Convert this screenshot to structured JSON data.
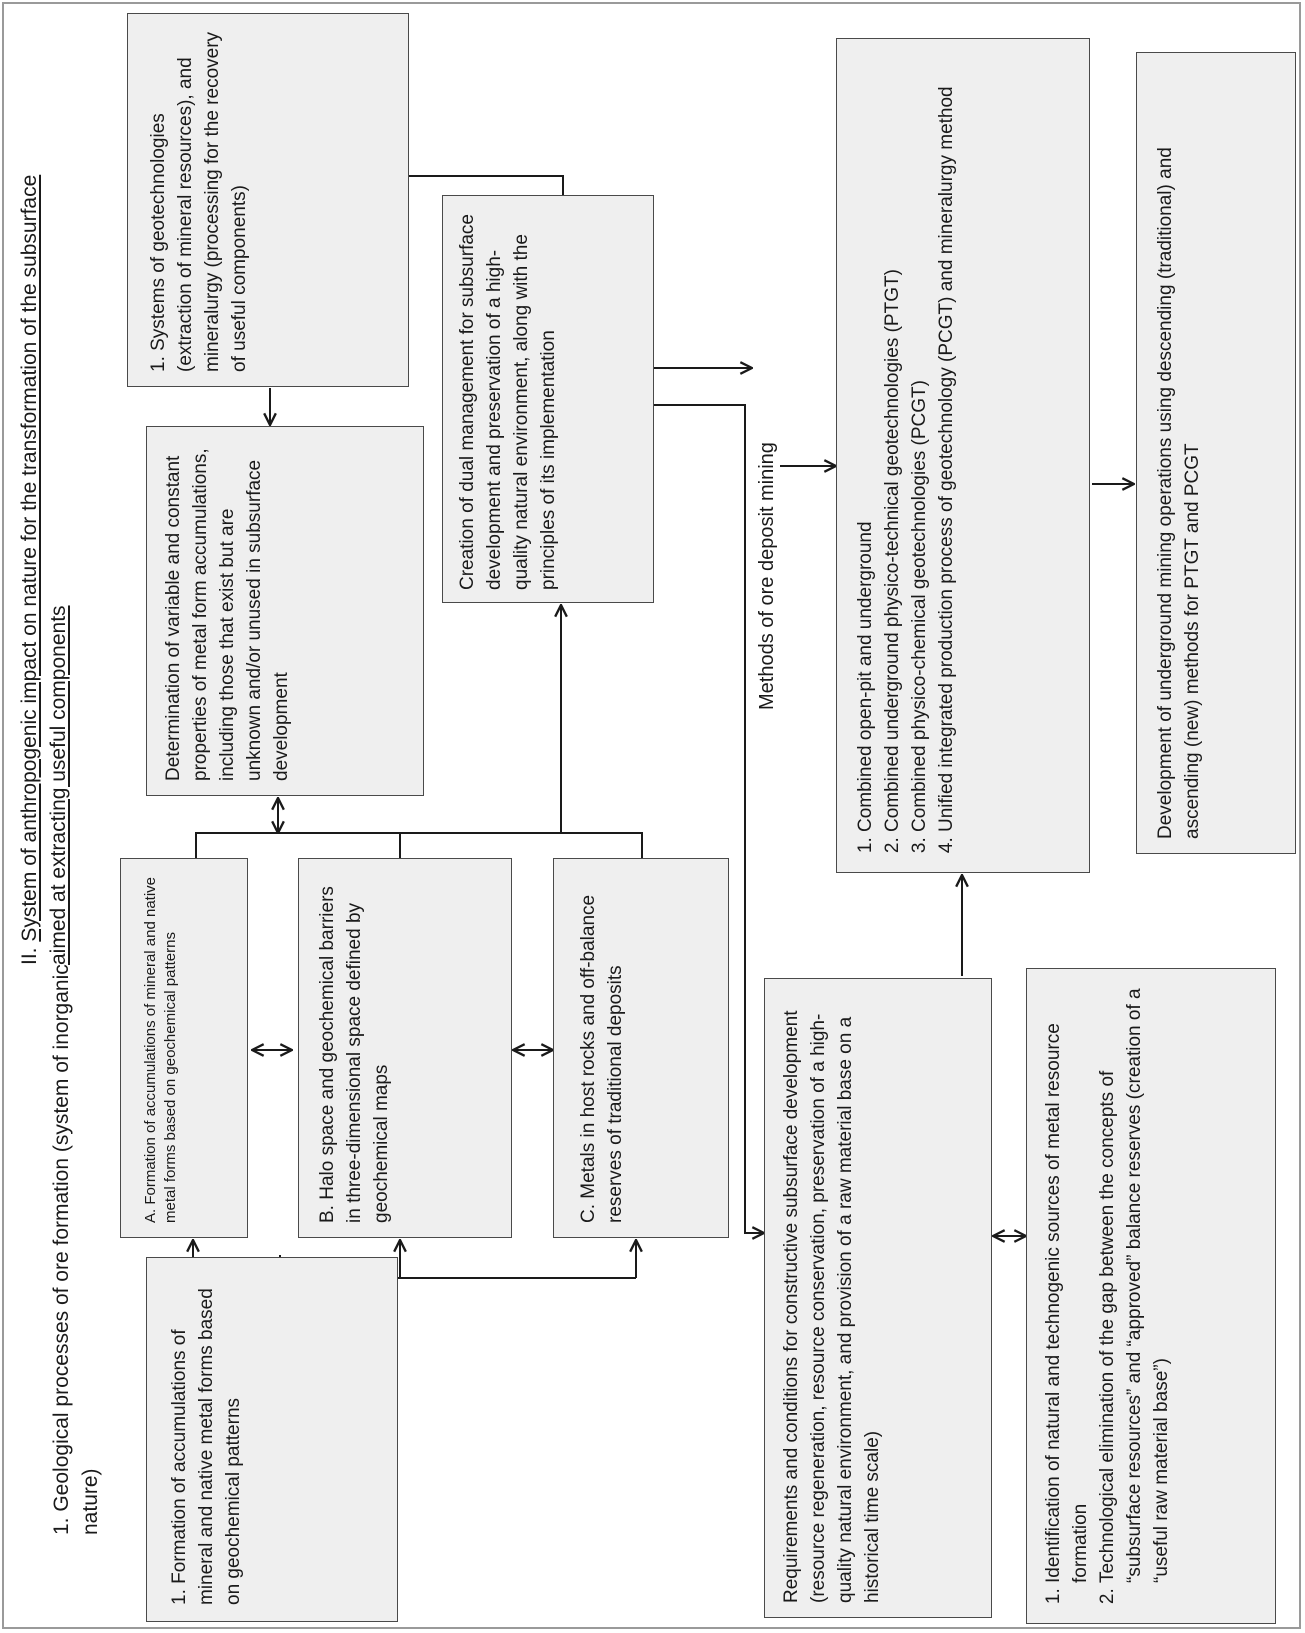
{
  "section_1": {
    "title": "1. Geological processes of ore formation (system of inorganic nature)"
  },
  "section_2": {
    "prefix": "II. ",
    "title": "System of anthropogenic impact on nature for the transformation of the subsurface aimed at extracting useful components"
  },
  "boxes": {
    "formation": "1. Formation of accumulations of mineral and native metal forms based on geochemical patterns",
    "box_a": "A. Formation of accumulations of mineral and native metal forms based on geochemical patterns",
    "box_b": "B. Halo space and geochemical barriers in three-dimensional space defined by geochemical maps",
    "box_c": "C. Metals in host rocks and off-balance reserves of traditional deposits",
    "determination": "Determination of variable and constant properties of metal form accumulations, including those that exist but are unknown and/or unused in subsurface development",
    "systems": "1. Systems of geotechnologies (extraction of mineral resources), and mineralurgy (processing for the recovery of useful components)",
    "dual_management": "Creation of dual management for subsurface development and preservation of a high-quality natural environment, along with the principles of its implementation",
    "requirements": "Requirements and conditions for constructive subsurface development (resource regeneration, resource conservation, preservation of a high-quality natural environment, and provision of a raw material base on a historical time scale)",
    "development": "Development of underground mining operations using descending (traditional) and ascending (new) methods for PTGT and PCGT"
  },
  "identification_list": [
    "Identification of natural and technogenic sources of metal resource formation",
    "Technological elimination of the gap between the concepts of “subsurface resources” and “approved” balance reserves (creation of a “useful raw material base”)"
  ],
  "methods_label": "Methods of ore deposit mining",
  "methods_list": [
    "Combined open-pit and underground",
    "Combined underground physico-technical geotechnologies (PTGT)",
    "Combined physico-chemical geotechnologies (PCGT)",
    "Unified integrated production process of geotechnology (PCGT) and mineralurgy method"
  ],
  "colors": {
    "box_fill": "#efefef",
    "box_border": "#4a4a4a",
    "line": "#1a1a1a",
    "frame": "#9a9a9a"
  }
}
